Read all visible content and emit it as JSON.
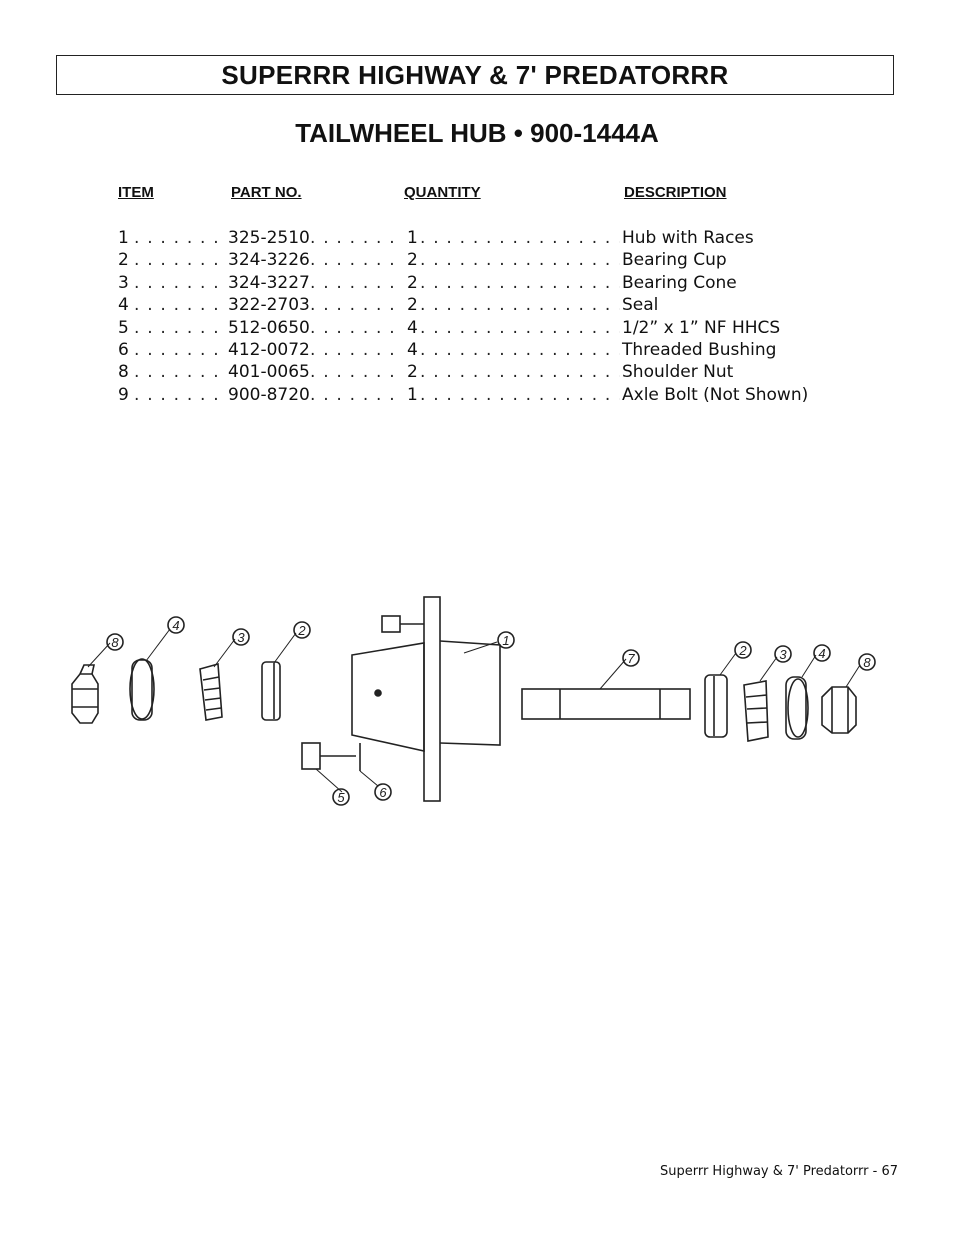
{
  "header": {
    "title": "SUPERRR HIGHWAY & 7' PREDATORRR"
  },
  "subtitle": "TAILWHEEL HUB •  900-1444A",
  "columns": {
    "item": "ITEM",
    "part_no": "PART NO.",
    "quantity": "QUANTITY",
    "description": "DESCRIPTION"
  },
  "dots": ". . . . . . . . . . . . . . . . . . . . . . . . . . . . . . . . . . . . . . . . . . . . . . . . . . . . . . . .",
  "rows": [
    {
      "item": "1",
      "part_no": "325-2510",
      "qty": "1",
      "desc": "Hub with Races"
    },
    {
      "item": "2",
      "part_no": "324-3226",
      "qty": "2",
      "desc": "Bearing Cup"
    },
    {
      "item": "3",
      "part_no": "324-3227",
      "qty": "2",
      "desc": "Bearing Cone"
    },
    {
      "item": "4",
      "part_no": "322-2703",
      "qty": "2",
      "desc": "Seal"
    },
    {
      "item": "5",
      "part_no": "512-0650",
      "qty": "4",
      "desc": "1/2” x 1” NF HHCS"
    },
    {
      "item": "6",
      "part_no": "412-0072",
      "qty": "4",
      "desc": "Threaded Bushing"
    },
    {
      "item": "8",
      "part_no": "401-0065",
      "qty": "2",
      "desc": "Shoulder Nut"
    },
    {
      "item": "9",
      "part_no": "900-8720",
      "qty": "1",
      "desc": "Axle Bolt (Not Shown)"
    }
  ],
  "callouts": {
    "c1": "1",
    "c2": "2",
    "c3": "3",
    "c4": "4",
    "c5": "5",
    "c6": "6",
    "c7": "7",
    "c8": "8"
  },
  "footer": "Superrr Highway & 7' Predatorrr - 67"
}
